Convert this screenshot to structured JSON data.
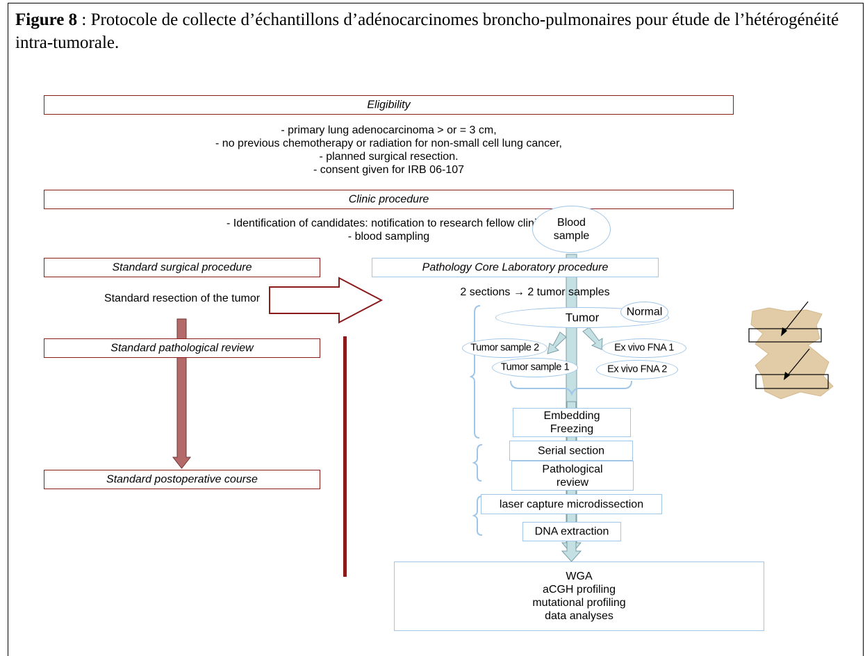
{
  "caption": {
    "label": "Figure 8",
    "separator": " : ",
    "text": "Protocole de collecte d’échantillons d’adénocarcinomes broncho-pulmonaires pour étude de l’hétérogénéité intra-tumorale."
  },
  "eligibility": {
    "title": "Eligibility",
    "lines": [
      "- primary lung adenocarcinoma > or = 3 cm,",
      "- no previous chemotherapy or radiation for non-small cell lung cancer,",
      "- planned surgical resection.",
      "- consent given for IRB 06-107"
    ]
  },
  "clinic": {
    "title": "Clinic procedure",
    "lines": [
      "- Identification of candidates: notification to research fellow clinical",
      "- blood sampling"
    ]
  },
  "blood_sample": "Blood\nsample",
  "surgical": {
    "procedure": "Standard surgical procedure",
    "resection": "Standard resection of the tumor",
    "review": "Standard pathological review",
    "postop": "Standard postoperative course"
  },
  "pathology": {
    "procedure": "Pathology Core Laboratory procedure",
    "sections": "2 sections → 2 tumor samples",
    "tumor": "Tumor",
    "normal": "Normal",
    "tumor_sample_2": "Tumor sample 2",
    "tumor_sample_1": "Tumor sample 1",
    "ex_vivo_fna_1": "Ex vivo FNA 1",
    "ex_vivo_fna_2": "Ex vivo FNA 2",
    "embedding": "Embedding\nFreezing",
    "serial_section": "Serial section",
    "pathological_review": "Pathological\nreview",
    "lcm": "laser capture microdissection",
    "dna": "DNA extraction",
    "final": "WGA\naCGH profiling\nmutational profiling\ndata analyses"
  },
  "colors": {
    "dark_red": "#8b1a1a",
    "rose_arrow": "#b56a6a",
    "light_blue": "#9fc5e8",
    "teal_fill": "#c4e0e2",
    "tissue": "#e2cba7"
  }
}
